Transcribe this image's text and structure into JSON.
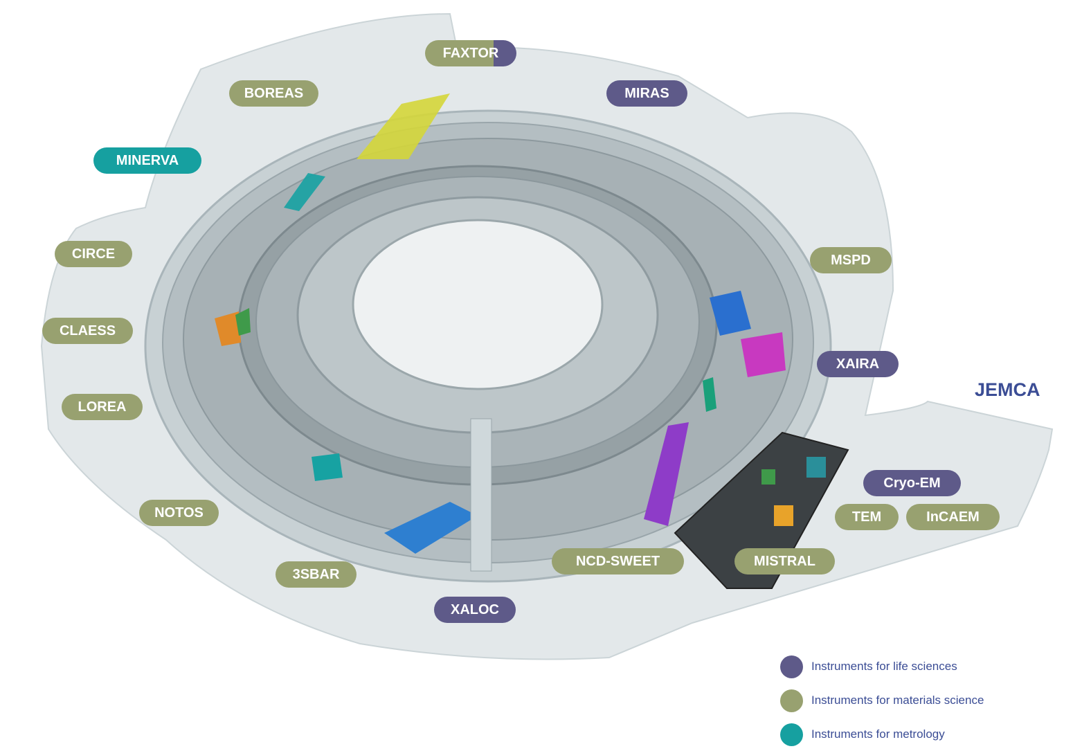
{
  "labels": {
    "faxtor": "FAXTOR",
    "boreas": "BOREAS",
    "miras": "MIRAS",
    "minerva": "MINERVA",
    "circe": "CIRCE",
    "claess": "CLAESS",
    "lorea": "LOREA",
    "notos": "NOTOS",
    "sbar": "3SBAR",
    "xaloc": "XALOC",
    "ncd_sweet": "NCD-SWEET",
    "mistral": "MISTRAL",
    "mspd": "MSPD",
    "xaira": "XAIRA",
    "jemca": "JEMCA",
    "cryo_em": "Cryo-EM",
    "tem": "TEM",
    "incaem": "InCAEM"
  },
  "legend": {
    "life": "Instruments for life sciences",
    "materials": "Instruments for materials science",
    "metrology": "Instruments for metrology"
  },
  "colors": {
    "life": "#5e5a89",
    "materials": "#98a170",
    "metrology": "#16a0a0",
    "jemca_text": "#3b4d95"
  }
}
